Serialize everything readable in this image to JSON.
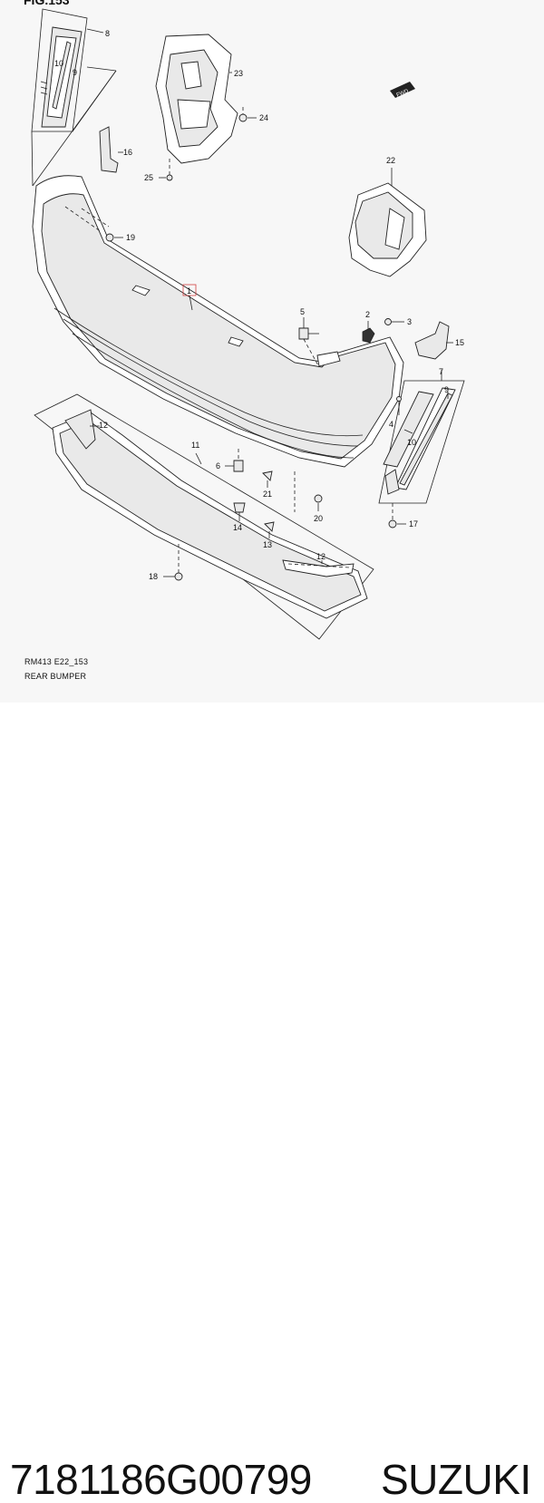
{
  "figure": {
    "header": "FIG.153",
    "code": "RM413 E22_153",
    "title": "REAR BUMPER",
    "fwd_label": "FWD"
  },
  "callouts": [
    "1",
    "2",
    "3",
    "4",
    "5",
    "6",
    "7",
    "8",
    "9",
    "10",
    "11",
    "12",
    "13",
    "14",
    "15",
    "16",
    "17",
    "18",
    "19",
    "20",
    "21",
    "22",
    "23",
    "24",
    "25"
  ],
  "labels": {
    "c1": "1",
    "c2": "2",
    "c3": "3",
    "c4": "4",
    "c5": "5",
    "c6": "6",
    "c7": "7",
    "c8": "8",
    "c9a": "9",
    "c9b": "9",
    "c10a": "10",
    "c10b": "10",
    "c11": "11",
    "c12a": "12",
    "c12b": "12",
    "c13": "13",
    "c14": "14",
    "c15": "15",
    "c16": "16",
    "c17": "17",
    "c18": "18",
    "c19": "19",
    "c20": "20",
    "c21": "21",
    "c22": "22",
    "c23": "23",
    "c24": "24",
    "c25": "25"
  },
  "footer": {
    "part_number": "7181186G00799",
    "brand": "SUZUKI"
  }
}
